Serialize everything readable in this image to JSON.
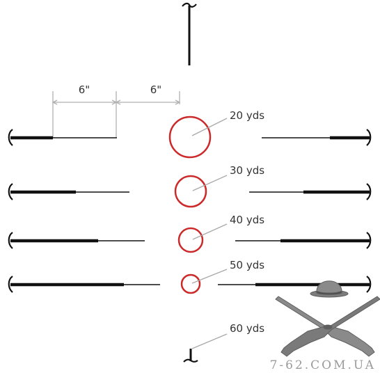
{
  "dimension_labels": [
    "6\"",
    "6\""
  ],
  "range_labels": [
    "20 yds",
    "30 yds",
    "40 yds",
    "50 yds",
    "60 yds"
  ],
  "watermark": "7-62.COM.UA",
  "logo": "crossed-rifles-and-bowler-hat",
  "colors": {
    "reticle": "#111111",
    "circle": "#cc2a2a",
    "leader": "#a8a8a8",
    "dimension": "#b0b0b0",
    "logo": "#7d7d7d"
  }
}
